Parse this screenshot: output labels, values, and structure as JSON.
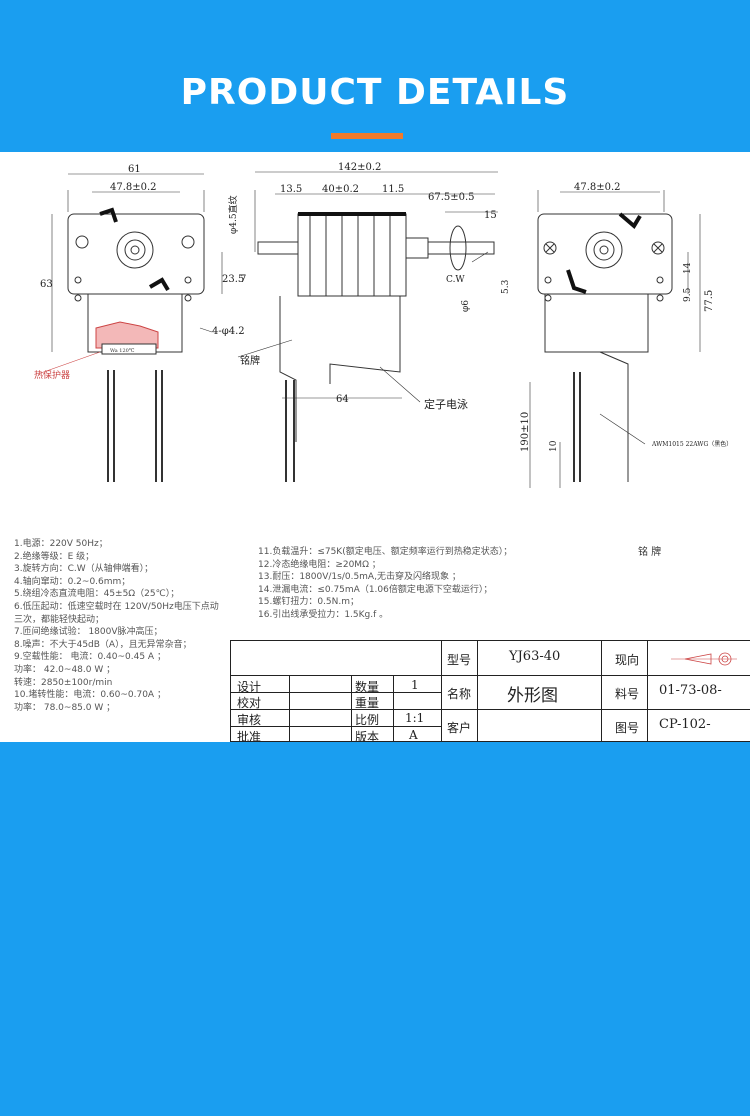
{
  "banner": {
    "title": "PRODUCT DETAILS",
    "accent": "#f07a2a",
    "background": "#1a9ef0"
  },
  "drawing": {
    "dims": {
      "d61": "61",
      "d478a": "47.8±0.2",
      "d63": "63",
      "d235": "23.5",
      "d7": "7",
      "d4phi": "4-φ4.2",
      "label_protector": "热保护器",
      "protector_text": "Wa 120℃",
      "d142": "142±0.2",
      "d135": "13.5",
      "d40": "40±0.2",
      "d115": "11.5",
      "d675": "67.5±0.5",
      "d15": "15",
      "dshaft": "φ4.5直纹",
      "dcw": "C.W",
      "dphi6": "φ6",
      "d53": "5.3",
      "d64": "64",
      "label_plate": "铭牌",
      "label_stator": "定子电泳",
      "d478b": "47.8±0.2",
      "d775": "77.5",
      "d95": "9.5",
      "d14": "14",
      "d190": "190±10",
      "d10": "10",
      "awm": "AWM1015 22AWG（黑色）"
    }
  },
  "specs_left": [
    "1.电源：220V  50Hz；",
    "2.绝缘等级：E  级；",
    "3.旋转方向：C.W（从轴伸端看）；",
    "4.轴向窜动：0.2~0.6mm；",
    "5.绕组冷态直流电阻：45±5Ω（25℃）；",
    "6.低压起动：低速空载时在 120V/50Hz电压下点动",
    "              三次，都能轻快起动；",
    "7.匝间绝缘试验：      1800V脉冲高压；",
    "8.噪声：不大于45dB（A），且无异常杂音；",
    "9.空载性能：   电流：0.40~0.45  A ；",
    "              功率：  42.0~48.0  W ；",
    "              转速：2850±100r/min",
    "10.堵转性能：电流：0.60~0.70A ；",
    "              功率：  78.0~85.0  W ；"
  ],
  "specs_right": [
    "11.负载温升：≤75K(额定电压、额定频率运行到热稳定状态）；",
    "12.冷态绝缘电阻：≥20MΩ ；",
    "13.耐压：1800V/1s/0.5mA,无击穿及闪络现象 ；",
    "14.泄漏电流：≤0.75mA（1.06倍额定电源下空载运行）；",
    "15.螺钉扭力：0.5N.m；",
    "16.引出线承受拉力：1.5Kg.f 。"
  ],
  "nameplate_label": "铭   牌",
  "title_block": {
    "r_design": "设计",
    "r_check": "校对",
    "r_review": "审核",
    "r_approve": "批准",
    "qty_label": "数量",
    "qty_value": "1",
    "weight_label": "重量",
    "scale_label": "比例",
    "scale_value": "1:1",
    "version_label": "版本",
    "version_value": "A",
    "model_label": "型号",
    "model_value": "YJ63-40",
    "name_label": "名称",
    "name_value": "外形图",
    "customer_label": "客户",
    "view_label": "现向",
    "part_label": "料号",
    "part_value": "01-73-08-",
    "drawing_label": "图号",
    "drawing_value": "CP-102-"
  }
}
